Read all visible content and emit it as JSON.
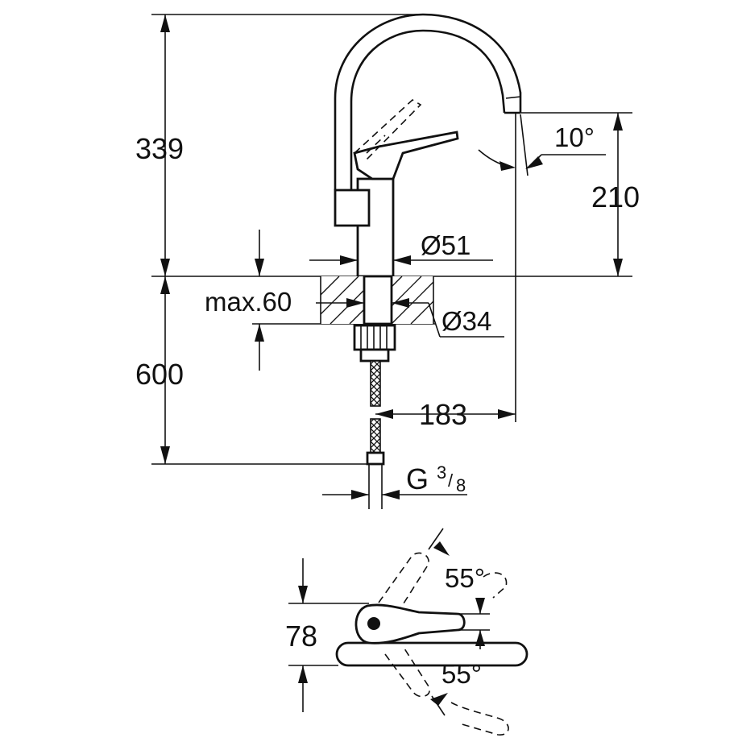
{
  "dimensions": {
    "height_above_deck": "339",
    "spout_height": "210",
    "spout_angle": "10°",
    "body_diameter": "Ø51",
    "max_deck_thickness": "max.60",
    "hole_diameter": "Ø34",
    "hose_length": "600",
    "spout_reach": "183",
    "connection_thread_letter": "G",
    "connection_thread_num": "3",
    "connection_thread_slash": "/",
    "connection_thread_den": "8",
    "lever_depth": "78",
    "lever_angle_top": "55°",
    "lever_angle_bottom": "55°"
  }
}
